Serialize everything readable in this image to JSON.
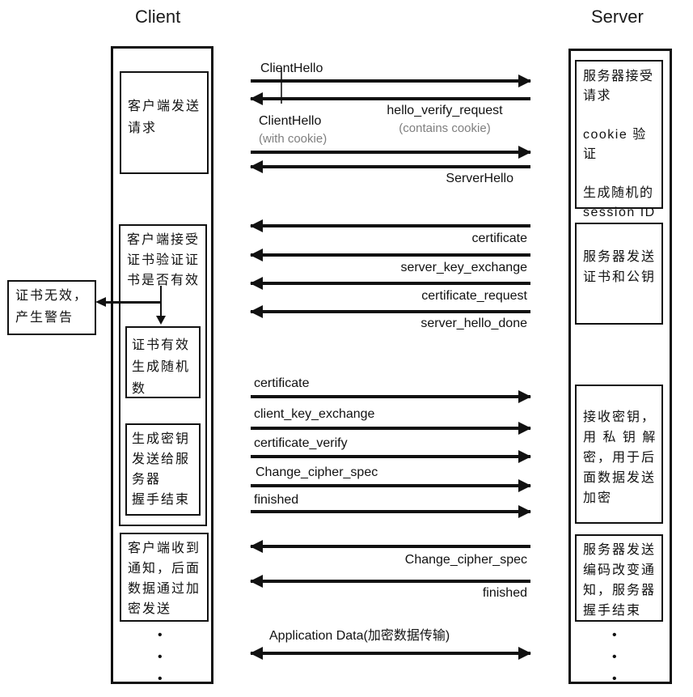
{
  "titles": {
    "client": "Client",
    "server": "Server"
  },
  "colors": {
    "line": "#111111",
    "muted_text": "#7f7f7f"
  },
  "client_column": {
    "boxes": [
      {
        "text": "客户端发送\n请求"
      },
      {
        "text": "客户端接受\n证书验证证\n书是否有效"
      },
      {
        "text": "证书有效\n生成随机\n数"
      },
      {
        "text": "生成密钥\n发送给服\n务器\n握手结束"
      },
      {
        "text": "客户端收到\n通知，后面\n数据通过加\n密发送"
      }
    ],
    "dots": "•\n•\n•"
  },
  "warning_box": {
    "text": "证书无效，\n产生警告"
  },
  "server_column": {
    "boxes": [
      {
        "text": "服务器接受\n请求\n\ncookie 验证\n\n生成随机的\nsession ID"
      },
      {
        "text": "服务器发送\n证书和公钥"
      },
      {
        "text": "接收密钥，\n用 私 钥 解\n密，用于后\n面数据发送\n加密"
      },
      {
        "text": "服务器发送\n编码改变通\n知，服务器\n握手结束"
      }
    ],
    "dots": "•\n•\n•"
  },
  "messages": [
    {
      "label": "ClientHello",
      "dir": "right"
    },
    {
      "label": "hello_verify_request",
      "sub": "(contains cookie)",
      "dir": "left"
    },
    {
      "label": "ClientHello",
      "sub": "(with cookie)",
      "dir": "right"
    },
    {
      "label": "ServerHello",
      "dir": "left"
    },
    {
      "label": "certificate",
      "dir": "left"
    },
    {
      "label": "server_key_exchange",
      "dir": "left"
    },
    {
      "label": "certificate_request",
      "dir": "left"
    },
    {
      "label": "server_hello_done",
      "dir": "left"
    },
    {
      "label": "certificate",
      "dir": "right"
    },
    {
      "label": "client_key_exchange",
      "dir": "right"
    },
    {
      "label": "certificate_verify",
      "dir": "right"
    },
    {
      "label": "Change_cipher_spec",
      "dir": "right"
    },
    {
      "label": "finished",
      "dir": "right"
    },
    {
      "label": "Change_cipher_spec",
      "dir": "left"
    },
    {
      "label": "finished",
      "dir": "left"
    },
    {
      "label": "Application Data(加密数据传输)",
      "dir": "both"
    }
  ]
}
